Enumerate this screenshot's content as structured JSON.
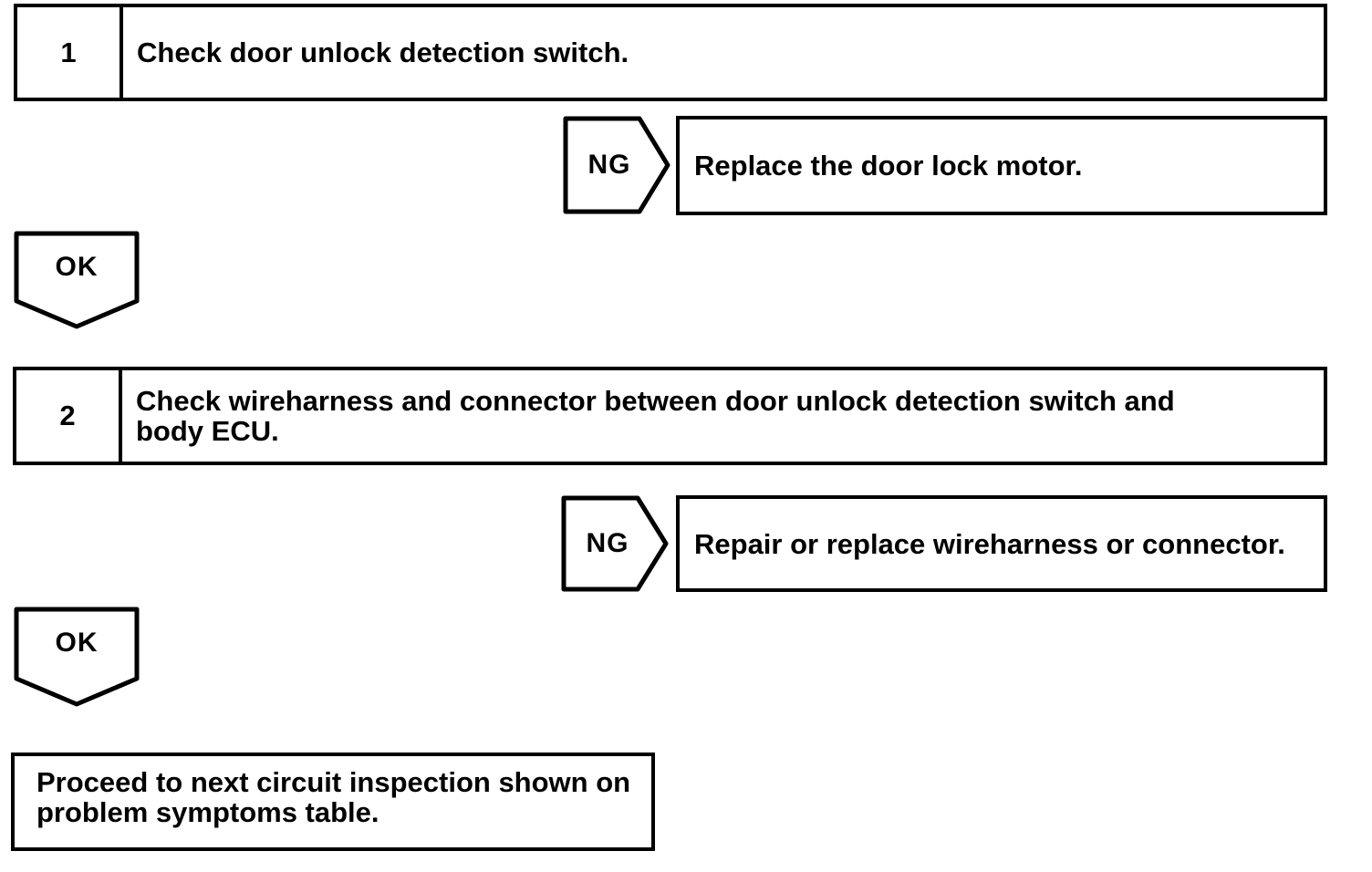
{
  "diagram": {
    "steps": [
      {
        "number": "1",
        "instruction": "Check door unlock detection switch.",
        "ng": {
          "label": "NG",
          "result": "Replace the door lock motor."
        },
        "ok": {
          "label": "OK"
        }
      },
      {
        "number": "2",
        "instruction": "Check wireharness and connector between door unlock detection switch and body ECU.",
        "ng": {
          "label": "NG",
          "result": "Repair or replace wireharness or connector."
        },
        "ok": {
          "label": "OK"
        }
      }
    ],
    "final_instruction": "Proceed to next circuit inspection shown on problem symptoms table."
  },
  "colors": {
    "line": "#000000",
    "background": "#ffffff",
    "text": "#000000"
  }
}
